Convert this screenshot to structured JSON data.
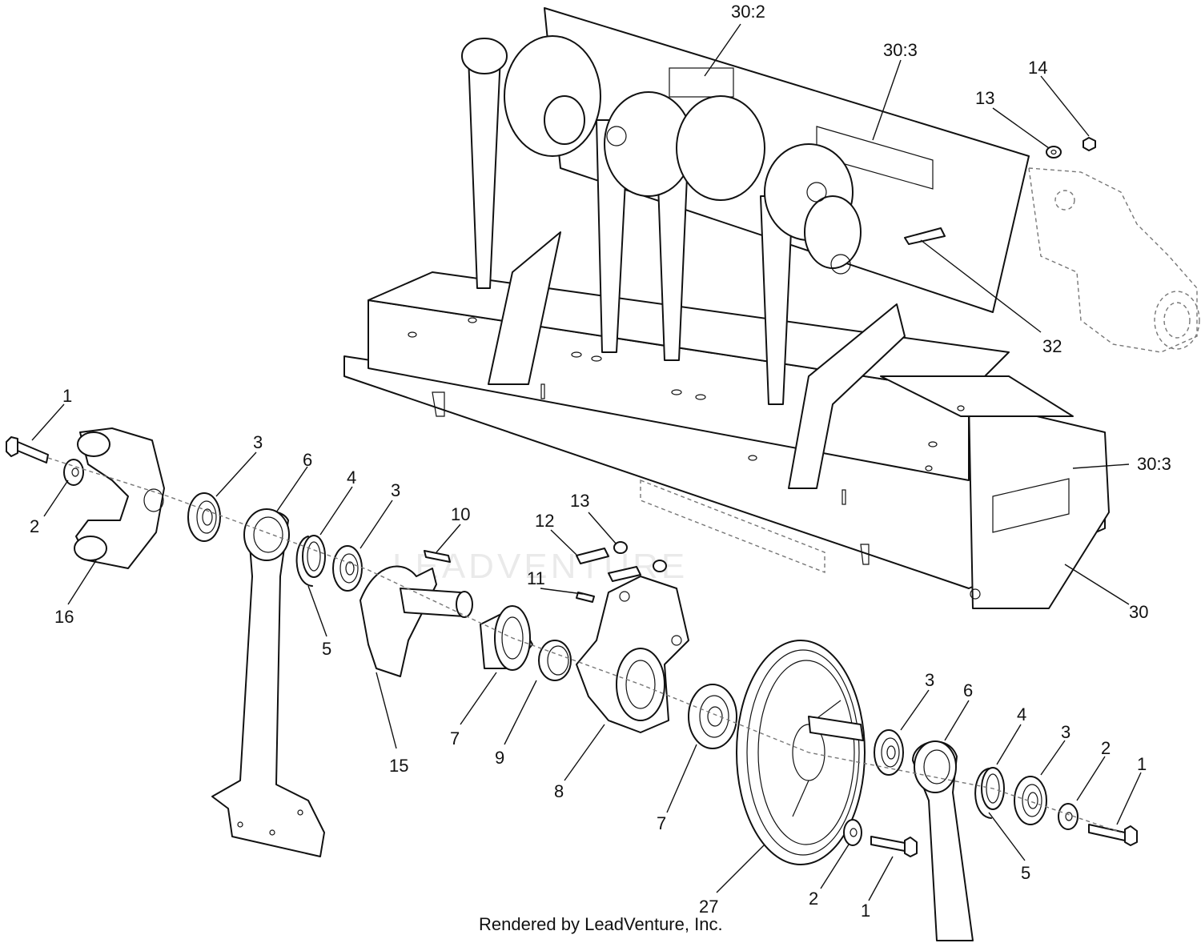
{
  "watermark": "LEADVENTURE",
  "footer": "Rendered by LeadVenture, Inc.",
  "callouts": {
    "c30_2": "30:2",
    "c30_3_top": "30:3",
    "c30_3_right": "30:3",
    "c14": "14",
    "c13_top": "13",
    "c32": "32",
    "c30": "30",
    "c1_left": "1",
    "c2_left": "2",
    "c16": "16",
    "c3_a": "3",
    "c6_left": "6",
    "c4_left": "4",
    "c3_b": "3",
    "c5_left": "5",
    "c10": "10",
    "c13_mid": "13",
    "c12": "12",
    "c11": "11",
    "c15": "15",
    "c7_left": "7",
    "c9": "9",
    "c8": "8",
    "c7_right": "7",
    "c27": "27",
    "c3_c": "3",
    "c6_right": "6",
    "c4_right": "4",
    "c3_d": "3",
    "c2_right": "2",
    "c1_right": "1",
    "c5_right": "5",
    "c2_bottom": "2",
    "c1_bottom": "1"
  }
}
